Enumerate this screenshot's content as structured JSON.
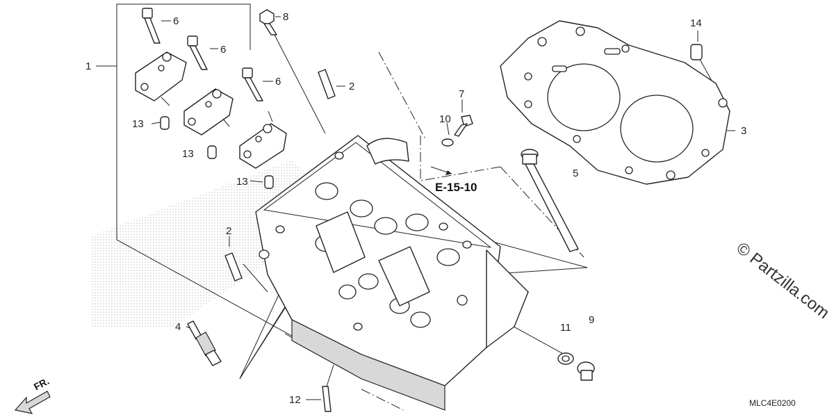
{
  "callouts": {
    "c1": "1",
    "c2a": "2",
    "c2b": "2",
    "c3": "3",
    "c4": "4",
    "c5": "5",
    "c6a": "6",
    "c6b": "6",
    "c6c": "6",
    "c7": "7",
    "c8": "8",
    "c9": "9",
    "c10": "10",
    "c11": "11",
    "c12": "12",
    "c13a": "13",
    "c13b": "13",
    "c13c": "13",
    "c14": "14"
  },
  "reference": "E-15-10",
  "front_label": "FR.",
  "diagram_code": "MLC4E0200",
  "watermark": "© Partzilla.com"
}
